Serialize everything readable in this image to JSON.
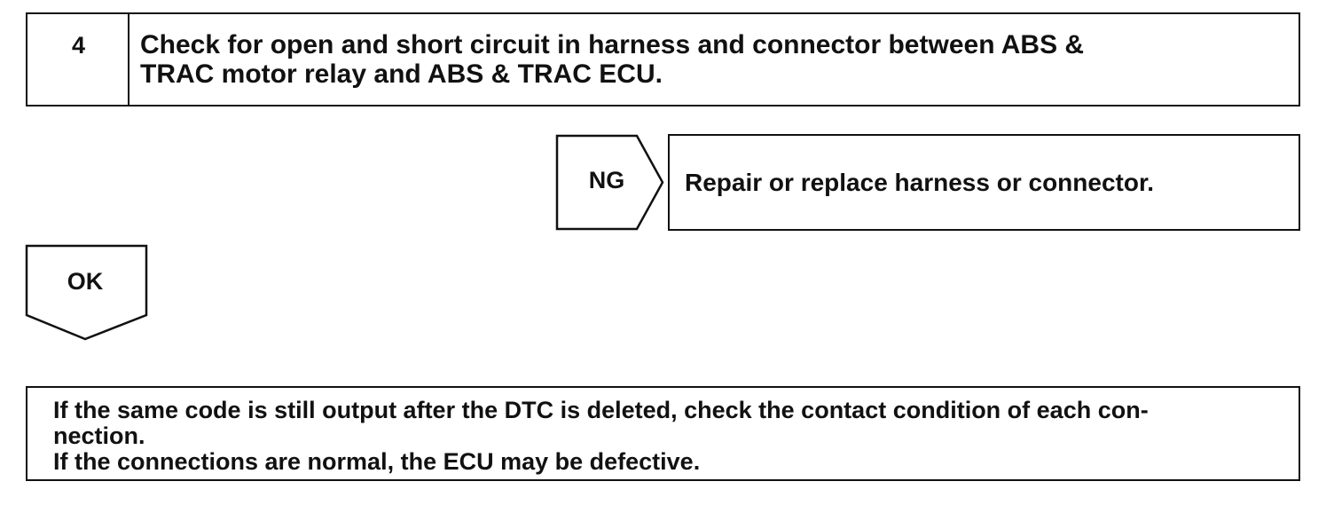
{
  "step": {
    "number": "4",
    "title_lines": [
      "Check for open and short circuit in harness and connector between ABS &",
      "TRAC motor relay and ABS & TRAC ECU."
    ]
  },
  "ng_branch": {
    "label": "NG",
    "result": "Repair or replace harness or connector."
  },
  "ok_branch": {
    "label": "OK"
  },
  "note": {
    "lines": [
      "If the same code is still output after the DTC is deleted, check the contact condition of each con-",
      "nection.",
      "If the connections are normal, the ECU may be defective."
    ]
  }
}
